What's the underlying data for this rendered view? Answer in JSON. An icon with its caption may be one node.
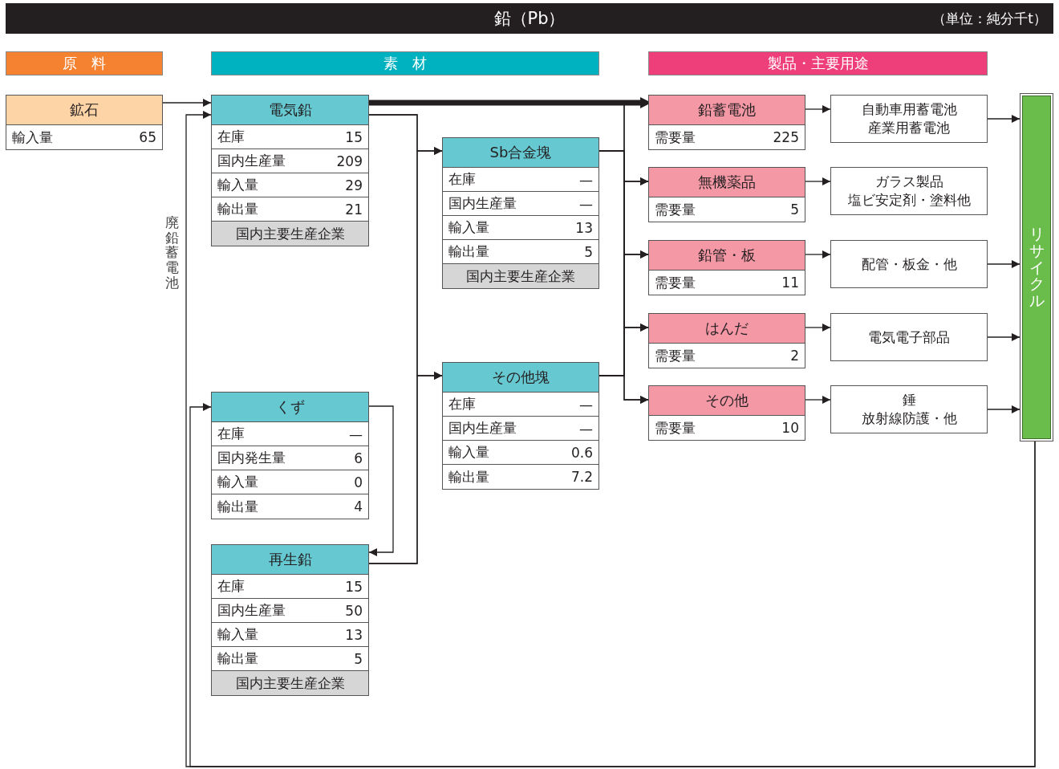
{
  "diagram": {
    "title": "鉛（Pb）",
    "labels": [
      "（単位：純分千t）"
    ],
    "nodes": [
      {
        "text": [
          "原　料"
        ]
      },
      {
        "text": [
          "素　材"
        ]
      },
      {
        "text": [
          "製品・主要用途"
        ]
      },
      {
        "text": [
          "鉱石",
          "輸入量",
          "65"
        ]
      },
      {
        "text": [
          "電気鉛",
          "在庫",
          "15",
          "国内生産量",
          "209",
          "輸入量",
          "29",
          "輸出量",
          "21",
          "国内主要生産企業"
        ]
      },
      {
        "text": [
          "くず",
          "在庫",
          "—",
          "国内発生量",
          "6",
          "輸入量",
          "0",
          "輸出量",
          "4"
        ]
      },
      {
        "text": [
          "再生鉛",
          "在庫",
          "15",
          "国内生産量",
          "50",
          "輸入量",
          "13",
          "輸出量",
          "5",
          "国内主要生産企業"
        ]
      },
      {
        "text": [
          "Sb合金塊",
          "在庫",
          "—",
          "国内生産量",
          "—",
          "輸入量",
          "13",
          "輸出量",
          "5",
          "国内主要生産企業"
        ]
      },
      {
        "text": [
          "その他塊",
          "在庫",
          "—",
          "国内生産量",
          "—",
          "輸入量",
          "0.6",
          "輸出量",
          "7.2"
        ]
      },
      {
        "text": [
          "鉛蓄電池",
          "需要量",
          "225"
        ]
      },
      {
        "text": [
          "無機薬品",
          "需要量",
          "5"
        ]
      },
      {
        "text": [
          "鉛管・板",
          "需要量",
          "11"
        ]
      },
      {
        "text": [
          "はんだ",
          "需要量",
          "2"
        ]
      },
      {
        "text": [
          "その他",
          "需要量",
          "10"
        ]
      },
      {
        "text": [
          "自動車用蓄電池",
          "産業用蓄電池"
        ]
      },
      {
        "text": [
          "ガラス製品",
          "塩ビ安定剤・塗料他"
        ]
      },
      {
        "text": [
          "配管・板金・他"
        ]
      },
      {
        "text": [
          "電気電子部品"
        ]
      },
      {
        "text": [
          "錘",
          "放射線防護・他"
        ]
      },
      {
        "text": [
          "リサイクル"
        ]
      }
    ],
    "edges": [
      {
        "from": 3,
        "to": 4,
        "arrow": "to"
      },
      {
        "from": 4,
        "to": 9,
        "arrow": "to",
        "style": "thick"
      },
      {
        "from": 4,
        "to": 7,
        "arrow": "to"
      },
      {
        "from": 4,
        "to": 8,
        "arrow": "to"
      },
      {
        "from": 6,
        "to": 7,
        "arrow": "to"
      },
      {
        "from": 6,
        "to": 8,
        "arrow": "to"
      },
      {
        "from": 5,
        "to": 6,
        "arrow": "to"
      },
      {
        "from": 7,
        "to": 9,
        "arrow": "to"
      },
      {
        "from": 7,
        "to": 10,
        "arrow": "to"
      },
      {
        "from": 7,
        "to": 11,
        "arrow": "to"
      },
      {
        "from": 7,
        "to": 12,
        "arrow": "to"
      },
      {
        "from": 7,
        "to": 13,
        "arrow": "to"
      },
      {
        "from": 8,
        "to": 9,
        "arrow": "to"
      },
      {
        "from": 8,
        "to": 10,
        "arrow": "to"
      },
      {
        "from": 8,
        "to": 11,
        "arrow": "to"
      },
      {
        "from": 8,
        "to": 12,
        "arrow": "to"
      },
      {
        "from": 8,
        "to": 13,
        "arrow": "to"
      },
      {
        "from": 9,
        "to": 14,
        "arrow": "to"
      },
      {
        "from": 10,
        "to": 15,
        "arrow": "to"
      },
      {
        "from": 11,
        "to": 16,
        "arrow": "to"
      },
      {
        "from": 12,
        "to": 17,
        "arrow": "to"
      },
      {
        "from": 13,
        "to": 18,
        "arrow": "to"
      },
      {
        "from": 14,
        "to": 19,
        "arrow": "to"
      },
      {
        "from": 16,
        "to": 19,
        "arrow": "to"
      },
      {
        "from": 17,
        "to": 19,
        "arrow": "to"
      },
      {
        "from": 18,
        "to": 19,
        "arrow": "to"
      },
      {
        "from": 19,
        "to": 4,
        "arrow": "to",
        "label": "廃鉛蓄電池"
      },
      {
        "from": 19,
        "to": 5,
        "arrow": "to"
      }
    ]
  }
}
